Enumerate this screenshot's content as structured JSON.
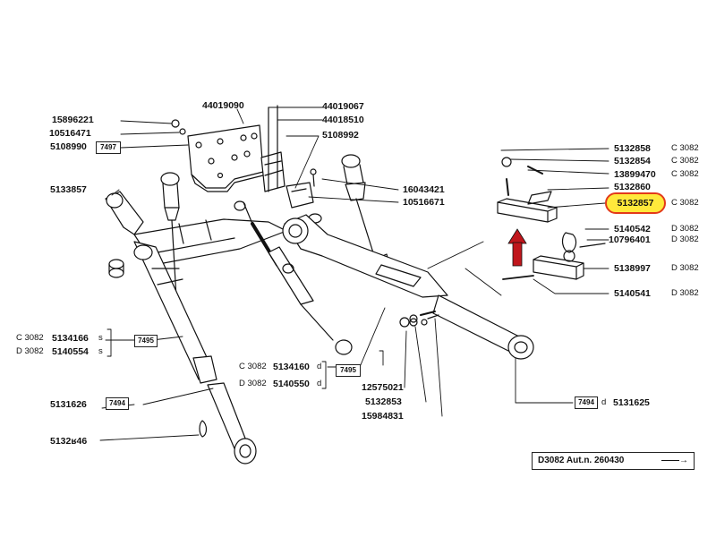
{
  "diagram": {
    "caption": "D3082 Aut.n. 260430",
    "highlight": {
      "part": "5132857",
      "fill": "#ffe93b",
      "ring": "#e33a1a"
    },
    "arrow_color": "#c0161c",
    "labels": {
      "p15896221": "15896221",
      "p10516471": "10516471",
      "p5108990": "5108990",
      "p5133857": "5133857",
      "p44019090": "44019090",
      "p44019067": "44019067",
      "p44018510": "44018510",
      "p5108992": "5108992",
      "p16043421": "16043421",
      "p10516671": "10516671",
      "p5132858": "5132858",
      "p5132854": "5132854",
      "p13899470": "13899470",
      "p5132860": "5132860",
      "p5140542": "5140542",
      "p10796401": "10796401",
      "p5138997": "5138997",
      "p5140541": "5140541",
      "p5134166": "5134166",
      "p5140554": "5140554",
      "p5134160": "5134160",
      "p5140550": "5140550",
      "p12575021": "12575021",
      "p5132853": "5132853",
      "p15984831": "15984831",
      "p5131626": "5131626",
      "p5131625": "5131625",
      "p5132746": "5132ʁ46"
    },
    "codes": {
      "c3082": "C 3082",
      "d3082": "D 3082",
      "s": "s",
      "d": "d"
    },
    "refs": {
      "r7497": "7497",
      "r7495": "7495",
      "r7494": "7494"
    }
  }
}
